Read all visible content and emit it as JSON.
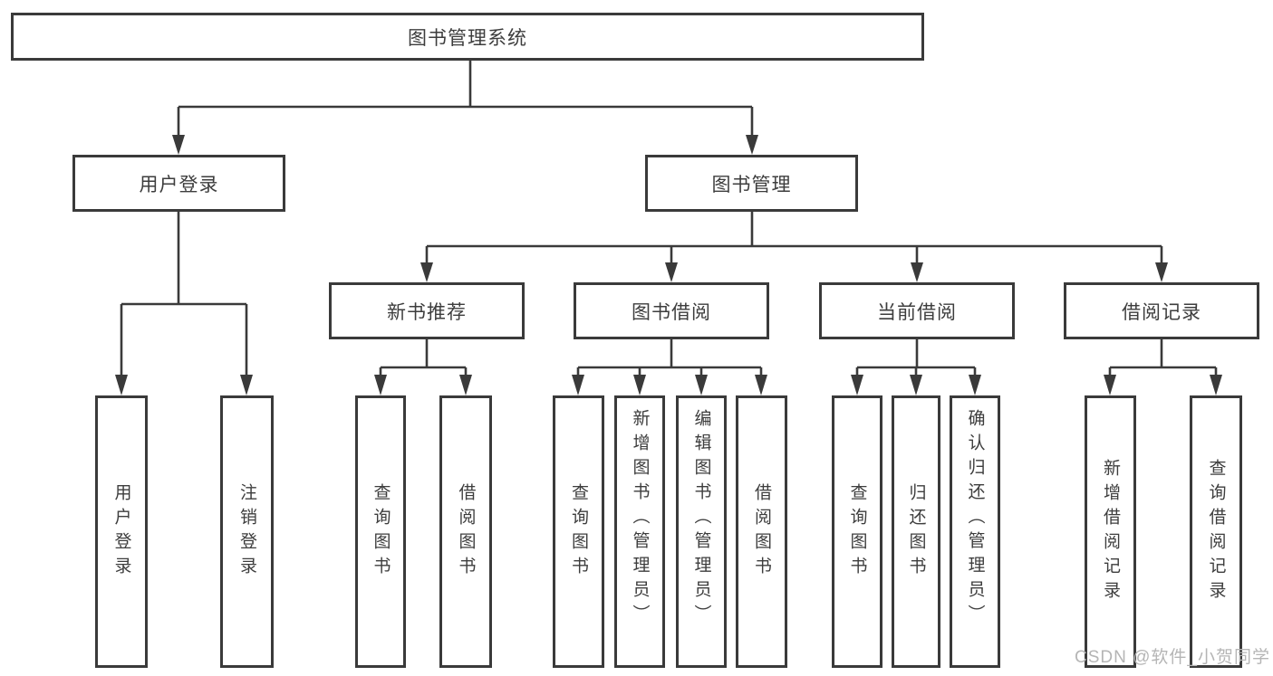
{
  "tree": {
    "root": "图书管理系统",
    "branches": [
      {
        "label": "用户登录",
        "children": [
          "用户登录",
          "注销登录"
        ]
      },
      {
        "label": "图书管理",
        "groups": [
          {
            "label": "新书推荐",
            "children": [
              "查询图书",
              "借阅图书"
            ]
          },
          {
            "label": "图书借阅",
            "children": [
              "查询图书",
              "新增图书（管理员）",
              "编辑图书（管理员）",
              "借阅图书"
            ]
          },
          {
            "label": "当前借阅",
            "children": [
              "查询图书",
              "归还图书",
              "确认归还（管理员）"
            ]
          },
          {
            "label": "借阅记录",
            "children": [
              "新增借阅记录",
              "查询借阅记录"
            ]
          }
        ]
      }
    ]
  },
  "watermark": {
    "text": "CSDN @软件_小贺同学"
  },
  "colors": {
    "line": "#3a3a3a",
    "text": "#3d3d3d",
    "watermark": "#b5b5b5",
    "background": "#ffffff"
  }
}
